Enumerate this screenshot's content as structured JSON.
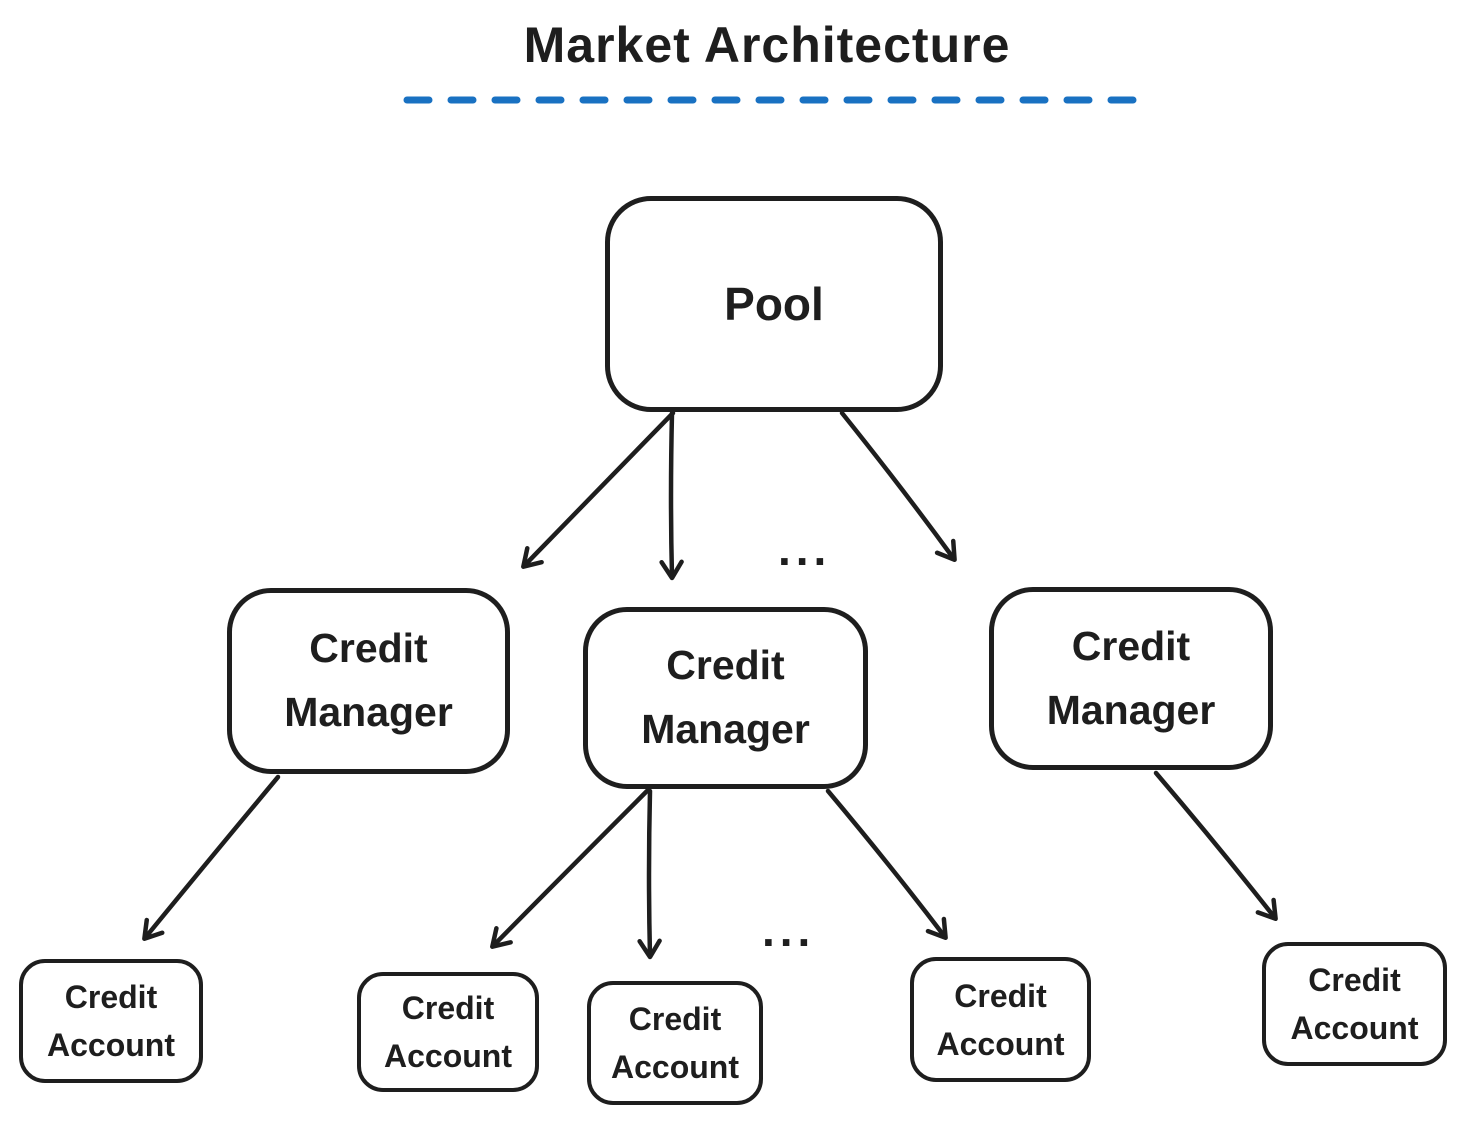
{
  "diagram": {
    "title": "Market Architecture",
    "colors": {
      "stroke": "#1e1e1e",
      "accent": "#1971c2",
      "background": "#ffffff"
    },
    "nodes": {
      "pool": {
        "label": "Pool"
      },
      "manager_left": {
        "label": "Credit\nManager"
      },
      "manager_middle": {
        "label": "Credit\nManager"
      },
      "manager_right": {
        "label": "Credit\nManager"
      },
      "account_1": {
        "label": "Credit\nAccount"
      },
      "account_2": {
        "label": "Credit\nAccount"
      },
      "account_3": {
        "label": "Credit\nAccount"
      },
      "account_4": {
        "label": "Credit\nAccount"
      },
      "account_5": {
        "label": "Credit\nAccount"
      }
    },
    "ellipsis": {
      "managers": "...",
      "accounts": "..."
    },
    "edges": [
      {
        "from": "pool",
        "to": "manager_left"
      },
      {
        "from": "pool",
        "to": "manager_middle"
      },
      {
        "from": "pool",
        "to": "manager_right"
      },
      {
        "from": "manager_left",
        "to": "account_1"
      },
      {
        "from": "manager_middle",
        "to": "account_2"
      },
      {
        "from": "manager_middle",
        "to": "account_3"
      },
      {
        "from": "manager_middle",
        "to": "account_4"
      },
      {
        "from": "manager_right",
        "to": "account_5"
      }
    ]
  }
}
